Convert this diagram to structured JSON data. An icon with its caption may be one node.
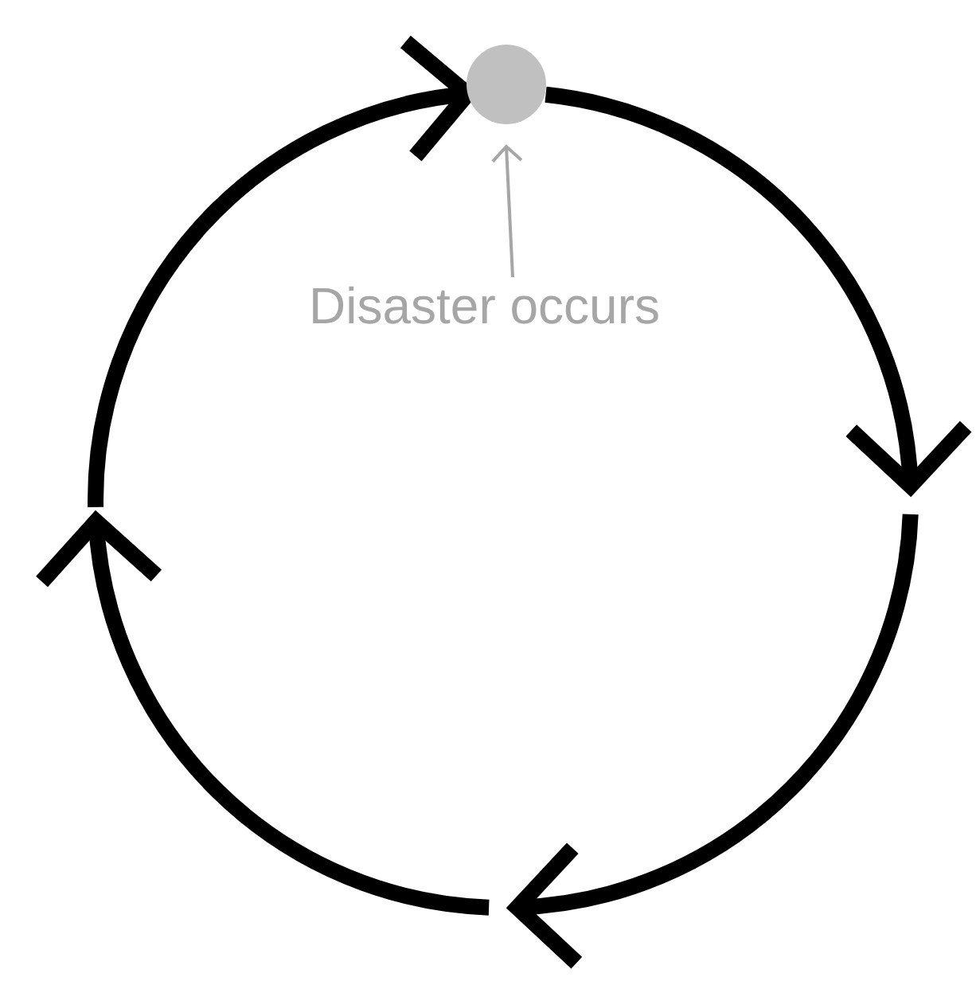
{
  "diagram": {
    "nodes": [
      {
        "text": [],
        "shape": "circle"
      },
      {
        "text": [
          "Disaster occurs"
        ]
      }
    ],
    "edges": [
      {
        "from": null,
        "to": 0,
        "arrow": "to"
      },
      {
        "from": 0,
        "to": null,
        "arrow": "to"
      },
      {
        "from": 1,
        "to": 0,
        "arrow": "to",
        "color": "#a6a6a6"
      }
    ]
  }
}
